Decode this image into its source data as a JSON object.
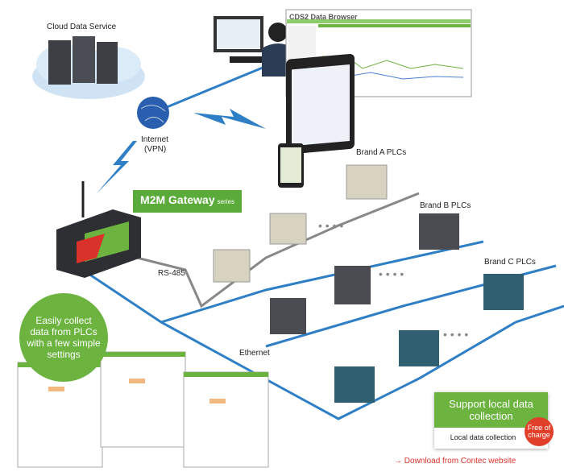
{
  "labels": {
    "cloud": "Cloud Data Service",
    "internet": "Internet",
    "vpn": "(VPN)",
    "browser_title": "CDS2 Data Browser",
    "brand_a": "Brand A PLCs",
    "brand_b": "Brand B PLCs",
    "brand_c": "Brand C PLCs",
    "rs485": "RS-485",
    "ethernet": "Ethernet"
  },
  "gateway": {
    "name": "M2M Gateway",
    "suffix": "series"
  },
  "callout": "Easily collect data from PLCs with a few simple settings",
  "support": {
    "title": "Support local data collection",
    "subtitle": "Local data collection",
    "badge": "Free of charge",
    "link_arrow": "→",
    "link": "Download from Contec website"
  },
  "colors": {
    "green": "#6cb33f",
    "network_blue": "#2f7fc6",
    "red": "#d8322a"
  }
}
